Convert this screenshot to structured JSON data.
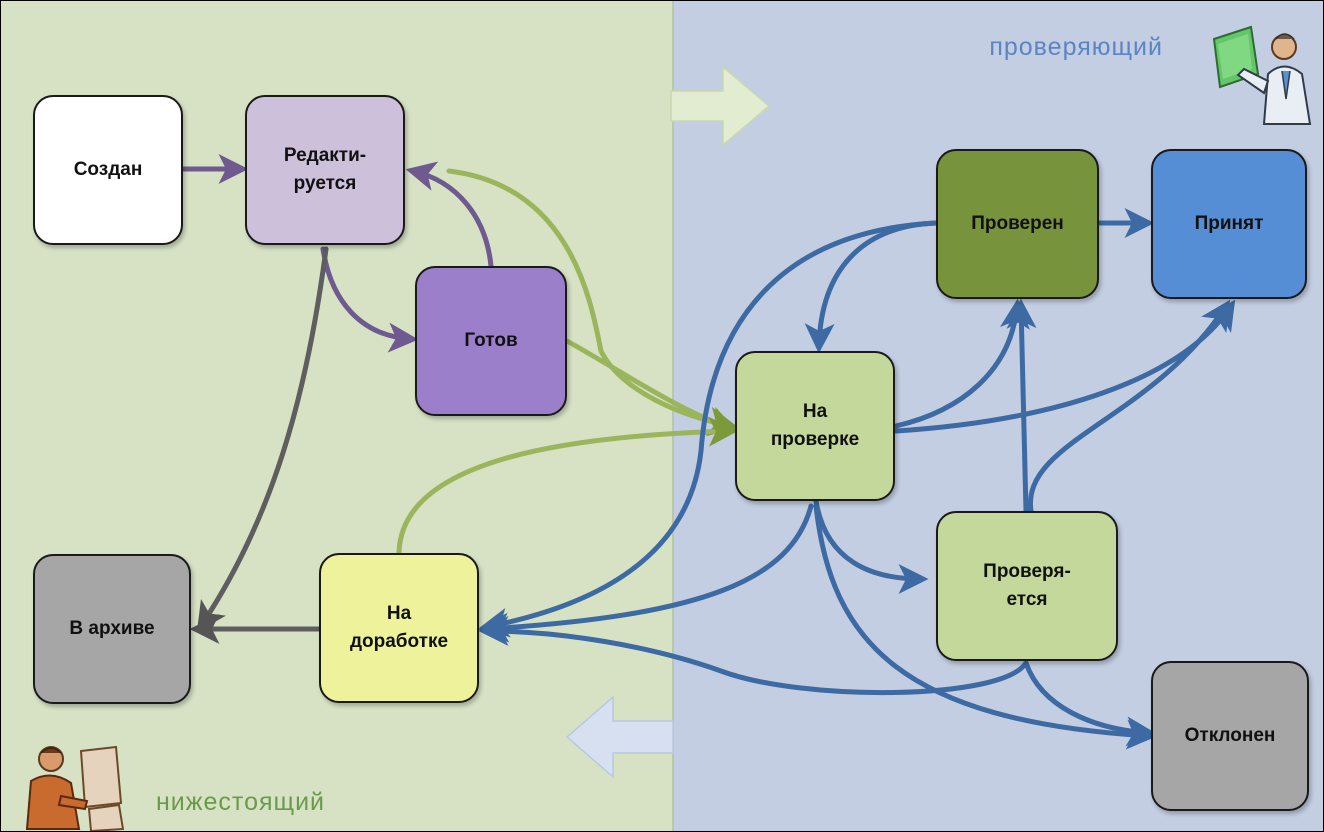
{
  "zones": {
    "reviewer_label": "проверяющий",
    "subordinate_label": "нижестоящий"
  },
  "nodes": {
    "sozdan": "Создан",
    "redaktiruetsya": "Редакти-\nруется",
    "gotov": "Готов",
    "na_proverke": "На\nпроверке",
    "na_dorabotke": "На\nдоработке",
    "v_arhive": "В архиве",
    "proveren": "Проверен",
    "prinyat": "Принят",
    "proveryaetsya": "Проверя-\nется",
    "otklonen": "Отклонен"
  },
  "colors": {
    "left_zone": "#d7e2c5",
    "right_zone": "#c3cee2",
    "purple_link": "#6f5a90",
    "green_link": "#9bb55c",
    "blue_link": "#3d6aa3",
    "gray_link": "#5e5e5e"
  }
}
